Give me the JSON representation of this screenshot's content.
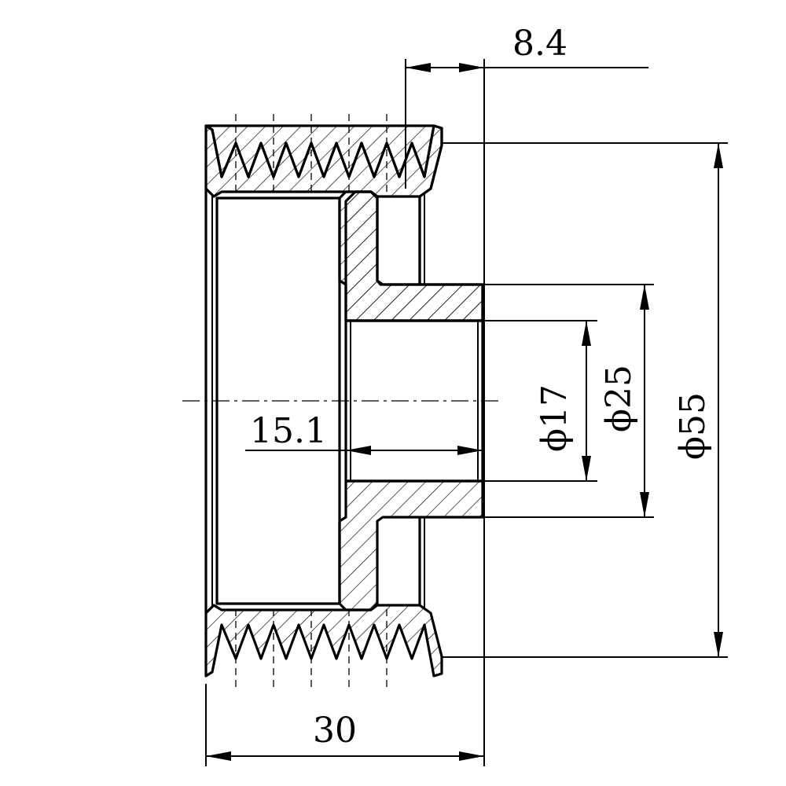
{
  "drawing": {
    "dimensions": {
      "hub_offset": "8.4",
      "bore_length": "15.1",
      "overall_width": "30",
      "bore_diameter": "ϕ17",
      "hub_diameter": "ϕ25",
      "outer_diameter": "ϕ55"
    }
  }
}
